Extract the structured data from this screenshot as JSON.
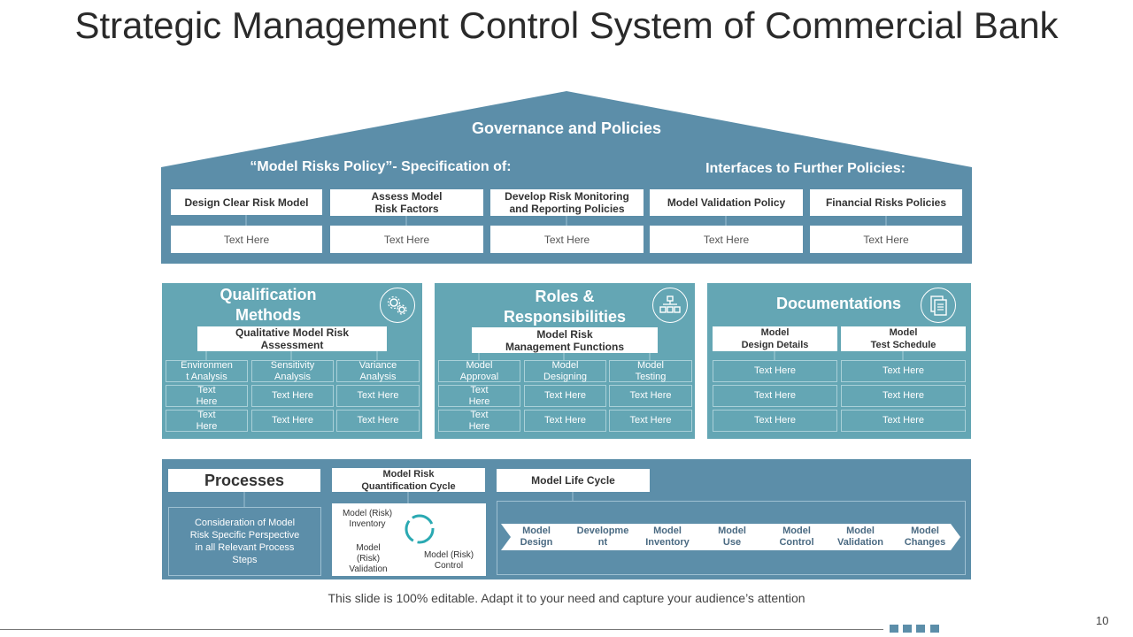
{
  "title": "Strategic Management Control System of Commercial Bank",
  "governance": {
    "title": "Governance and Policies",
    "left_subtitle": "“Model Risks Policy”- Specification of:",
    "right_subtitle": "Interfaces to Further Policies:",
    "columns": [
      {
        "header": "Design Clear Risk Model",
        "text": "Text Here"
      },
      {
        "header": "Assess Model\nRisk Factors",
        "text": "Text Here"
      },
      {
        "header": "Develop Risk Monitoring\nand Reporting Policies",
        "text": "Text Here"
      },
      {
        "header": "Model Validation Policy",
        "text": "Text Here"
      },
      {
        "header": "Financial Risks Policies",
        "text": "Text Here"
      }
    ]
  },
  "qualification": {
    "title": "Qualification\nMethods",
    "icon": "gears-icon",
    "header": "Qualitative Model Risk\nAssessment",
    "grid": [
      [
        "Environmen\nt Analysis",
        "Sensitivity\nAnalysis",
        "Variance\nAnalysis"
      ],
      [
        "Text\nHere",
        "Text Here",
        "Text Here"
      ],
      [
        "Text\nHere",
        "Text Here",
        "Text Here"
      ]
    ]
  },
  "roles": {
    "title": "Roles &\nResponsibilities",
    "icon": "org-chart-icon",
    "header": "Model Risk\nManagement Functions",
    "grid": [
      [
        "Model\nApproval",
        "Model\nDesigning",
        "Model\nTesting"
      ],
      [
        "Text\nHere",
        "Text Here",
        "Text Here"
      ],
      [
        "Text\nHere",
        "Text Here",
        "Text Here"
      ]
    ]
  },
  "documentations": {
    "title": "Documentations",
    "icon": "document-icon",
    "headers": [
      "Model\nDesign Details",
      "Model\nTest Schedule"
    ],
    "grid": [
      [
        "Text Here",
        "Text Here"
      ],
      [
        "Text Here",
        "Text Here"
      ],
      [
        "Text Here",
        "Text Here"
      ]
    ]
  },
  "processes": {
    "title": "Processes",
    "description": "Consideration of Model\nRisk Specific Perspective\nin all Relevant Process\nSteps",
    "cycle_header": "Model Risk\nQuantification Cycle",
    "cycle_items": [
      "Model (Risk)\nInventory",
      "Model\n(Risk)\nValidation",
      "Model (Risk)\nControl"
    ],
    "lifecycle_header": "Model Life Cycle",
    "lifecycle_steps": [
      "Model\nDesign",
      "Developme\nnt",
      "Model\nInventory",
      "Model\nUse",
      "Model\nControl",
      "Model\nValidation",
      "Model\nChanges"
    ]
  },
  "footer": {
    "note": "This slide is 100% editable. Adapt it to your need and capture your audience’s attention",
    "page_number": "10"
  },
  "colors": {
    "blue": "#5c8ea9",
    "teal": "#64a6b4"
  }
}
